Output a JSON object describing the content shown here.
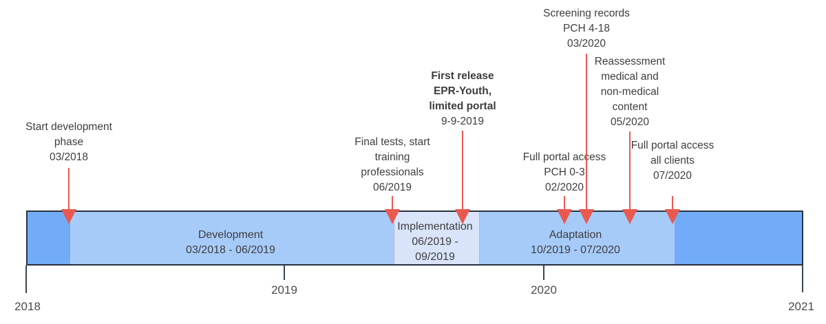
{
  "colors": {
    "cap_blue": "#72acf8",
    "phase_blue": "#a7cbf9",
    "implementation_blue": "#d9e4fa",
    "bar_border": "#27313f",
    "arrow_red": "#e85a50",
    "text": "#3d3d3d",
    "axis": "#3c4553"
  },
  "axis": {
    "years": [
      "2018",
      "2019",
      "2020",
      "2021"
    ]
  },
  "bar": {
    "segments": [
      {
        "name": "pre-development-cap",
        "label_lines": []
      },
      {
        "name": "development",
        "label_lines": [
          "Development",
          "03/2018 - 06/2019"
        ]
      },
      {
        "name": "implementation",
        "label_lines": [
          "Implementation",
          "06/2019 -",
          "09/2019"
        ]
      },
      {
        "name": "adaptation",
        "label_lines": [
          "Adaptation",
          "10/2019 - 07/2020"
        ]
      },
      {
        "name": "post-adaptation-cap",
        "label_lines": []
      }
    ]
  },
  "milestones": [
    {
      "name": "start-development",
      "lines": [
        "Start development",
        "phase",
        "03/2018"
      ]
    },
    {
      "name": "final-tests",
      "lines": [
        "Final tests, start",
        "training",
        "professionals",
        "06/2019"
      ]
    },
    {
      "name": "first-release",
      "bold_lines": [
        "First release",
        "EPR-Youth,",
        "limited portal"
      ],
      "lines": [
        "9-9-2019"
      ]
    },
    {
      "name": "screening-records",
      "lines": [
        "Screening records",
        "PCH 4-18",
        "03/2020"
      ]
    },
    {
      "name": "reassessment",
      "lines": [
        "Reassessment",
        "medical and",
        "non-medical",
        "content",
        "05/2020"
      ]
    },
    {
      "name": "full-portal-pch-0-3",
      "lines": [
        "Full portal access",
        "PCH 0-3",
        "02/2020"
      ]
    },
    {
      "name": "full-portal-all-clients",
      "lines": [
        "Full portal access",
        "all clients",
        "07/2020"
      ]
    }
  ]
}
